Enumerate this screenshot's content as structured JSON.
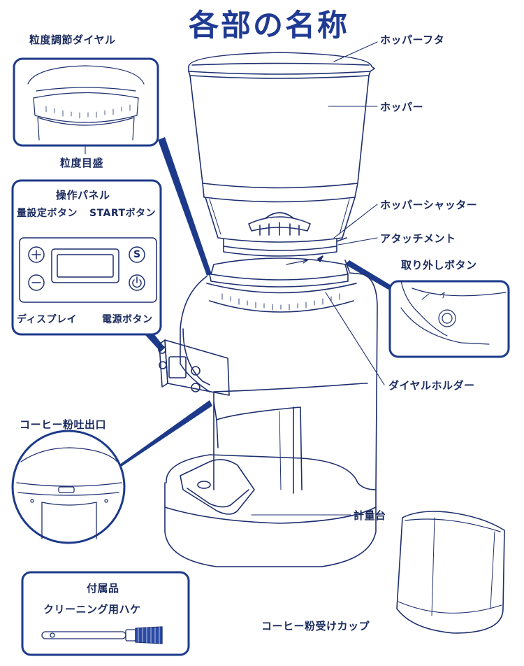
{
  "title": "各部の名称",
  "labels": {
    "grind_dial": "粒度調節ダイヤル",
    "grind_scale": "粒度目盛",
    "control_panel": "操作パネル",
    "amount_button": "量設定ボタン",
    "start_button": "STARTボタン",
    "display": "ディスプレイ",
    "power_button": "電源ボタン",
    "hopper_lid": "ホッパーフタ",
    "hopper": "ホッパー",
    "hopper_shutter": "ホッパーシャッター",
    "attachment": "アタッチメント",
    "release_button": "取り外しボタン",
    "dial_holder": "ダイヤルホルダー",
    "coffee_outlet": "コーヒー粉吐出口",
    "scale_base": "計量台",
    "accessories": "付属品",
    "cleaning_brush": "クリーニング用ハケ",
    "coffee_cup": "コーヒー粉受けカップ"
  },
  "panel_symbols": {
    "plus": "+",
    "minus": "−",
    "start": "S"
  },
  "colors": {
    "ink": "#1d2f6f",
    "accent": "#1f3a93",
    "callout_border": "#1d3a8a"
  },
  "icons": [
    "power-icon",
    "plus-icon",
    "minus-icon",
    "start-icon"
  ]
}
